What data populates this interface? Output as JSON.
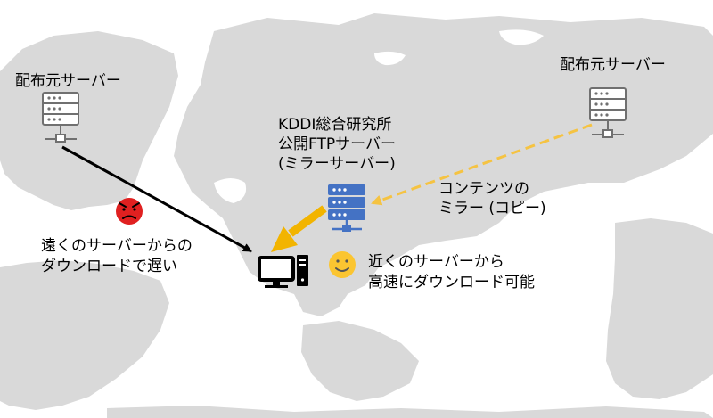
{
  "origin_server_left": {
    "label": "配布元サーバー"
  },
  "origin_server_right": {
    "label": "配布元サーバー"
  },
  "mirror_server": {
    "label": "KDDI総合研究所\n公開FTPサーバー\n(ミラーサーバー)"
  },
  "mirror_note": {
    "label": "コンテンツの\nミラー (コピー)"
  },
  "slow_note": {
    "label": "遠くのサーバーからの\nダウンロードで遅い"
  },
  "fast_note": {
    "label": "近くのサーバーから\n高速にダウンロード可能"
  },
  "colors": {
    "map_land": "#d9d9d9",
    "mirror_server": "#4472c4",
    "mirror_arrow": "#f5c342",
    "fast_arrow": "#f2b400",
    "slow_arrow": "#000000",
    "sad_face": "#e02020",
    "happy_face": "#fbc531"
  }
}
